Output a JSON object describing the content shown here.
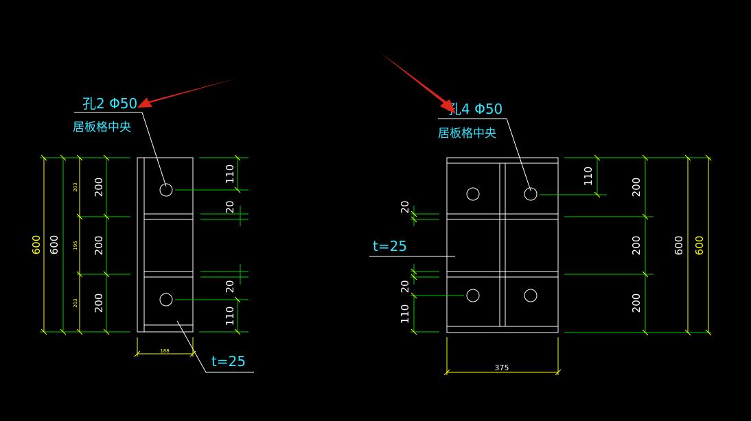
{
  "colors": {
    "background": "#000000",
    "outline": "#ffffff",
    "dimension_green": "#00d000",
    "dimension_yellow": "#ffff00",
    "annotation_cyan": "#33e6ff",
    "arrow_red": "#e0261b"
  },
  "left_view": {
    "hole_label": "孔2 Φ50",
    "position_label": "居板格中央",
    "thickness_label": "t=25",
    "overall_height_a": "600",
    "overall_height_b": "600",
    "small_dims": [
      "203",
      "195",
      "203"
    ],
    "cell_dims": [
      "200",
      "200",
      "200"
    ],
    "right_dim_top": "110",
    "right_dim_rib1": "20",
    "right_dim_rib2": "20",
    "right_dim_bottom": "110",
    "width_dim": "188"
  },
  "right_view": {
    "hole_label": "孔4 Φ50",
    "position_label": "居板格中央",
    "thickness_label": "t=25",
    "left_dim_rib1": "20",
    "left_dim_rib2": "20",
    "left_dim_bottom": "110",
    "right_dim_top": "110",
    "cell_dims": [
      "200",
      "200",
      "200"
    ],
    "overall_height_a": "600",
    "overall_height_b": "600",
    "width_dim": "375"
  }
}
